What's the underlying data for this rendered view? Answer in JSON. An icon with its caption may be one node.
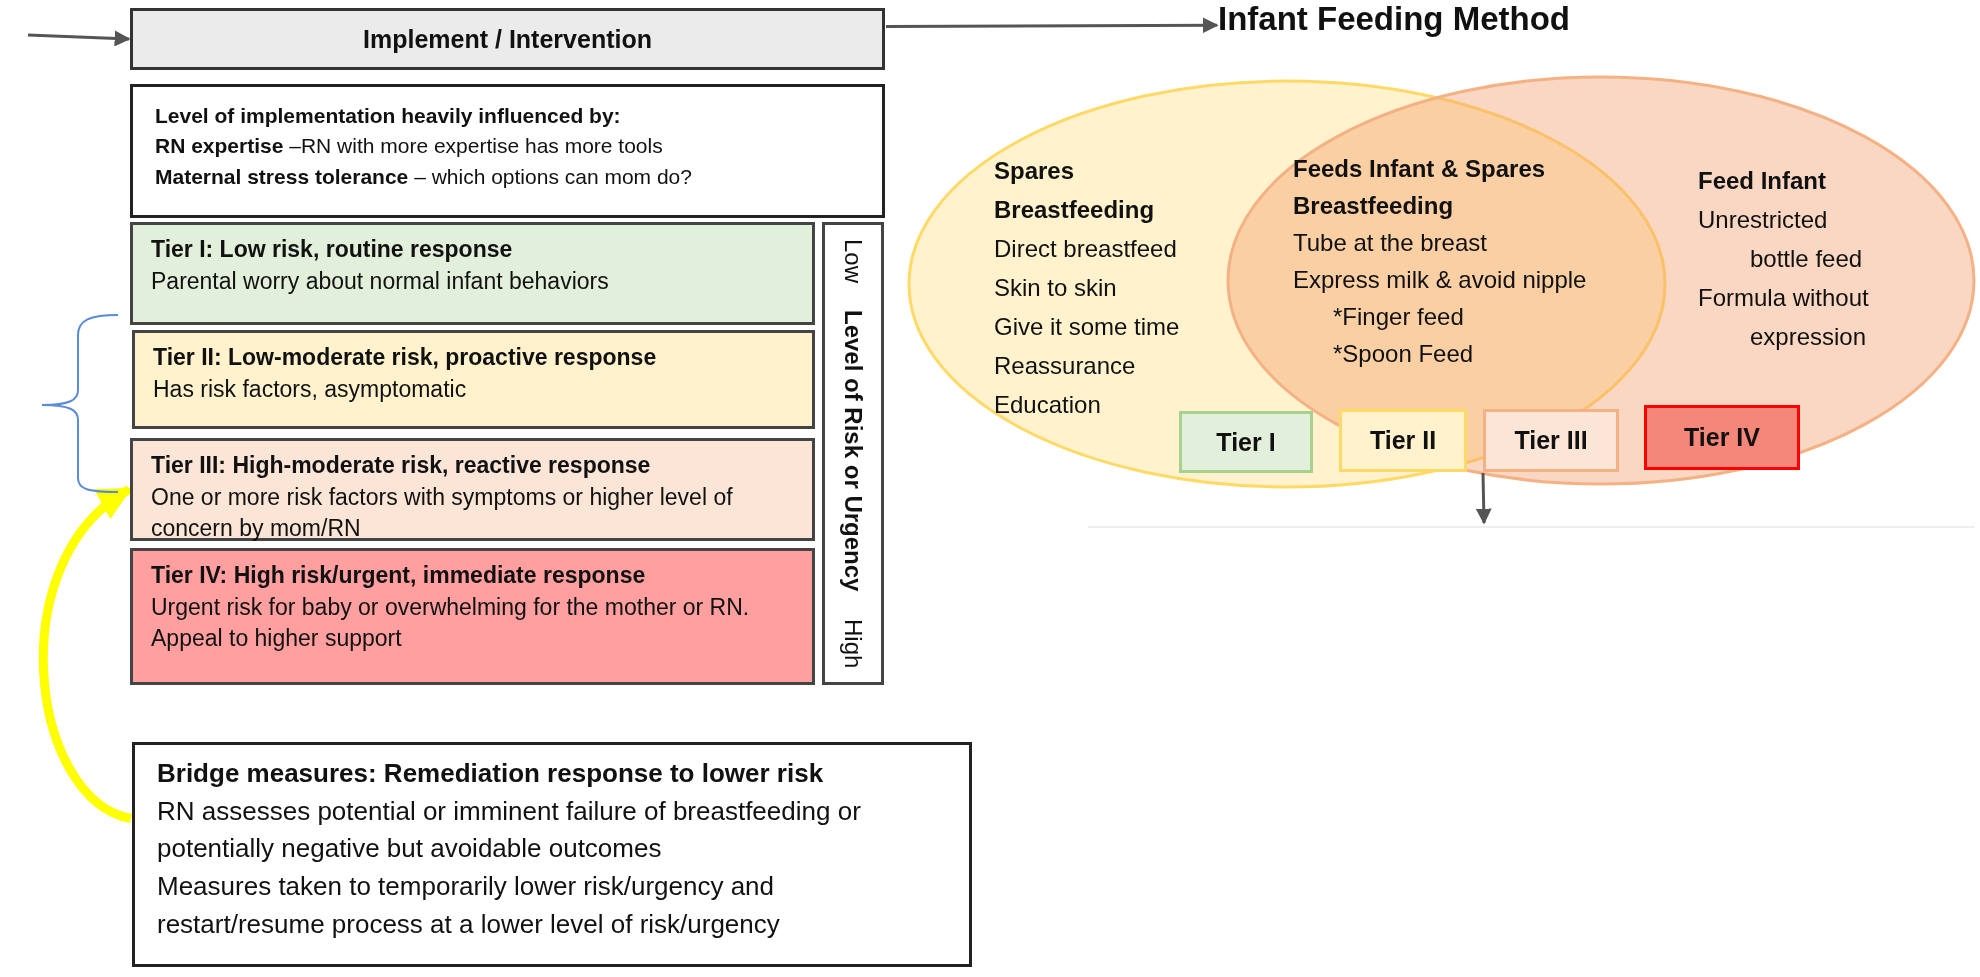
{
  "diagram": {
    "nodes": [
      {
        "text": [
          "Implement / Intervention"
        ]
      },
      {
        "text": [
          "Infant Feeding Method"
        ]
      },
      {
        "text": [
          "Level of implementation heavily influenced by:",
          "**RN expertise** –RN with more expertise has more tools",
          "**Maternal stress tolerance**  – which options can mom do?"
        ]
      },
      {
        "text": [
          "Spares Breastfeeding",
          "Direct breastfeed",
          "Skin to skin",
          "Give it some time",
          "Reassurance",
          "Education"
        ]
      },
      {
        "text": [
          "Feed Infant",
          "Unrestricted bottle feed",
          "Formula without expression"
        ]
      },
      {
        "text": [
          "Tier I"
        ],
        "in": 3
      },
      {
        "text": [
          "Tier II"
        ]
      },
      {
        "text": [
          "Tier III"
        ],
        "in": 4
      },
      {
        "text": [
          "Tier IV"
        ],
        "in": 4
      },
      {
        "text": [
          "Tier I: Low risk, routine response",
          "Parental worry about normal infant behaviors"
        ]
      },
      {
        "text": [
          "Tier II: Low-moderate risk, proactive response",
          "Has risk factors, asymptomatic"
        ]
      },
      {
        "text": [
          "Tier III: High-moderate risk, reactive response",
          "One or more risk factors with symptoms or higher level of concern by mom/RN"
        ]
      },
      {
        "text": [
          "Tier IV: High risk/urgent, immediate response",
          "Urgent risk for baby or overwhelming for the mother or RN. Appeal to higher support"
        ]
      },
      {
        "text": [
          "Low",
          "Level of Risk or Urgency",
          "High"
        ]
      },
      {
        "text": [
          "Bridge measures: Remediation response to lower risk",
          "RN assesses potential or imminent failure of breastfeeding or potentially negative but avoidable outcomes",
          "Measures taken to temporarily lower risk/urgency and restart/resume process at a lower level of risk/urgency"
        ]
      }
    ],
    "edges": [
      {
        "from": null,
        "to": 0,
        "arrow": "to"
      },
      {
        "from": 0,
        "to": 1,
        "arrow": "to"
      },
      {
        "from": 14,
        "to": 11,
        "arrow": "to",
        "style": "thick",
        "color": "#ffff00"
      },
      {
        "from": 7,
        "to": null,
        "arrow": "to"
      }
    ],
    "labels": [
      "Feeds Infant & Spares Breastfeeding",
      "Tube at the breast",
      "Express milk & avoid nipple",
      "*Finger feed",
      "*Spoon Feed"
    ]
  }
}
